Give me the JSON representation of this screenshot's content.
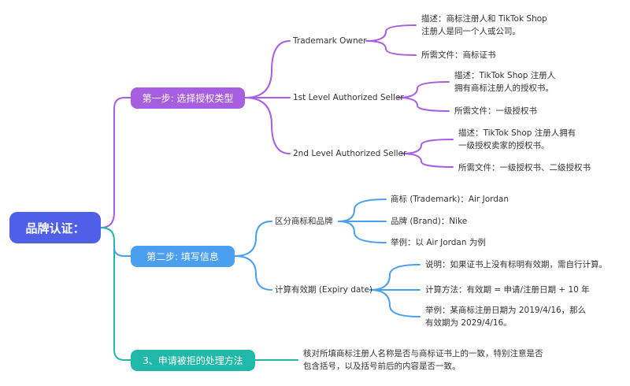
{
  "root": {
    "label": "品牌认证："
  },
  "step1": {
    "label": "第一步: 选择授权类型",
    "options": [
      {
        "label": "Trademark Owner",
        "desc_line1": "描述：商标注册人和 TikTok Shop",
        "desc_line2": "注册人是同一个人或公司。",
        "docs": "所需文件：商标证书"
      },
      {
        "label": "1st Level Authorized Seller",
        "desc_line1": "描述：TikTok Shop 注册人",
        "desc_line2": "拥有商标注册人的授权书。",
        "docs": "所需文件：一级授权书"
      },
      {
        "label": "2nd Level Authorized Seller",
        "desc_line1": "描述：TikTok Shop 注册人拥有",
        "desc_line2": "一级授权卖家的授权书。",
        "docs": "所需文件：一级授权书、二级授权书"
      }
    ]
  },
  "step2": {
    "label": "第二步: 填写信息",
    "groups": [
      {
        "label": "区分商标和品牌",
        "items": [
          "商标 (Trademark)：Air Jordan",
          "品牌 (Brand)：Nike",
          "举例：以 Air Jordan 为例"
        ]
      },
      {
        "label": "计算有效期 (Expiry date)",
        "explain": "说明：如果证书上没有标明有效期，需自行计算。",
        "method": "计算方法：有效期 = 申请/注册日期 + 10 年",
        "example_line1": "举例：某商标注册日期为 2019/4/16，那么",
        "example_line2": "有效期为 2029/4/16。"
      }
    ]
  },
  "step3": {
    "label": "3、申请被拒的处理方法",
    "detail_line1": "核对所填商标注册人名称是否与商标证书上的一致，特别注意是否",
    "detail_line2": "包含括号，以及括号前后的内容是否一致。"
  },
  "colors": {
    "root": "#4f5fe8",
    "step1": "#a75ee0",
    "step2": "#4a9ff0",
    "step3": "#20b9a9"
  }
}
